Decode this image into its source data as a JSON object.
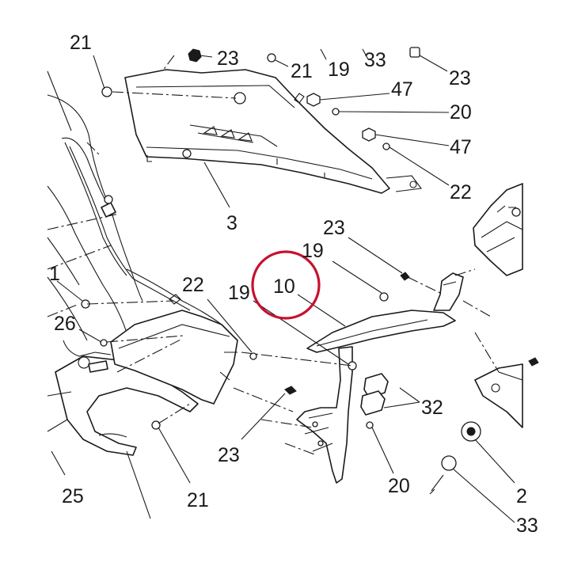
{
  "diagram": {
    "highlight_color": "#c8102e",
    "line_color": "#1a1a1a",
    "highlighted_callout": "10",
    "callouts": [
      {
        "id": "c21_top",
        "text": "21"
      },
      {
        "id": "c23_a",
        "text": "23"
      },
      {
        "id": "c21_b",
        "text": "21"
      },
      {
        "id": "c19_a",
        "text": "19"
      },
      {
        "id": "c33",
        "text": "33"
      },
      {
        "id": "c23_b",
        "text": "23"
      },
      {
        "id": "c47_a",
        "text": "47"
      },
      {
        "id": "c20_a",
        "text": "20"
      },
      {
        "id": "c47_b",
        "text": "47"
      },
      {
        "id": "c22_a",
        "text": "22"
      },
      {
        "id": "c3",
        "text": "3"
      },
      {
        "id": "c23_c",
        "text": "23"
      },
      {
        "id": "c19_b",
        "text": "19"
      },
      {
        "id": "c10",
        "text": "10"
      },
      {
        "id": "c1",
        "text": "1"
      },
      {
        "id": "c22_b",
        "text": "22"
      },
      {
        "id": "c19_c",
        "text": "19"
      },
      {
        "id": "c26",
        "text": "26"
      },
      {
        "id": "c32",
        "text": "32"
      },
      {
        "id": "c23_d",
        "text": "23"
      },
      {
        "id": "c20_b",
        "text": "20"
      },
      {
        "id": "c25",
        "text": "25"
      },
      {
        "id": "c21_c",
        "text": "21"
      },
      {
        "id": "c2_a",
        "text": "2"
      },
      {
        "id": "c33_b",
        "text": "33"
      }
    ]
  }
}
